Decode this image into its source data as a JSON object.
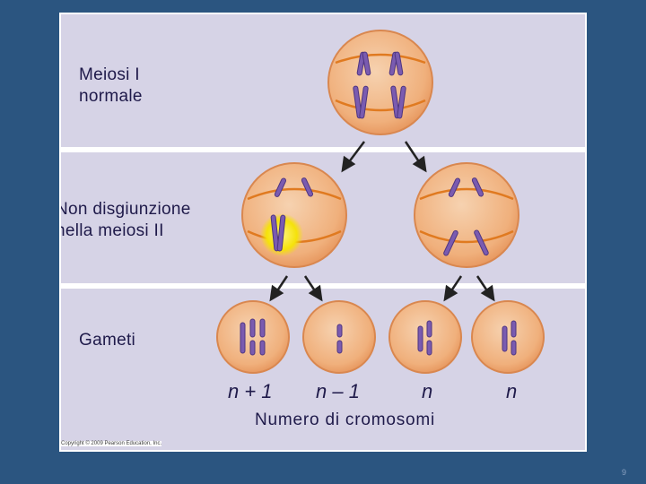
{
  "labels": {
    "meiosis_one": "Meiosi I\nnormale",
    "nondisjunction": "Non disgiunzione\nnella meiosi II",
    "gametes": "Gameti"
  },
  "gamete_counts": [
    "n + 1",
    "n – 1",
    "n",
    "n"
  ],
  "axis_label": "Numero di cromosomi",
  "copyright": "Copyright © 2009 Pearson Education, Inc.",
  "slide_number": "9",
  "colors": {
    "background": "#2b5580",
    "panel": "#d6d3e6",
    "cell": "#f2b98a",
    "chromosome": "#7a5bb0",
    "spindle": "#e07a20",
    "highlight": "#f5e20a"
  }
}
